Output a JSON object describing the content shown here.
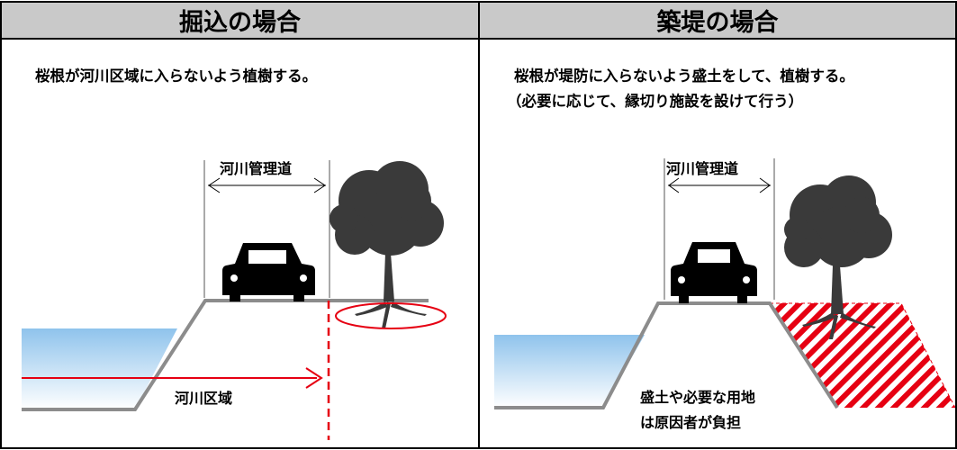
{
  "left": {
    "title": "掘込の場合",
    "description": "桜根が河川区域に入らないよう植樹する。",
    "road_label": "河川管理道",
    "area_label": "河川区域"
  },
  "right": {
    "title": "築堤の場合",
    "description_line1": "桜根が堤防に入らないよう盛土をして、植樹する。",
    "description_line2": "（必要に応じて、縁切り施設を設けて行う）",
    "road_label": "河川管理道",
    "burden_line1": "盛土や必要な用地",
    "burden_line2": "は原因者が負担"
  },
  "colors": {
    "header_bg": "#c9c9c9",
    "water_top": "#8fc3ec",
    "embankment": "#8c8c8c",
    "river_area_line": "#e60012",
    "hatch": "#e60012",
    "silhouette": "#3a3a3a"
  }
}
